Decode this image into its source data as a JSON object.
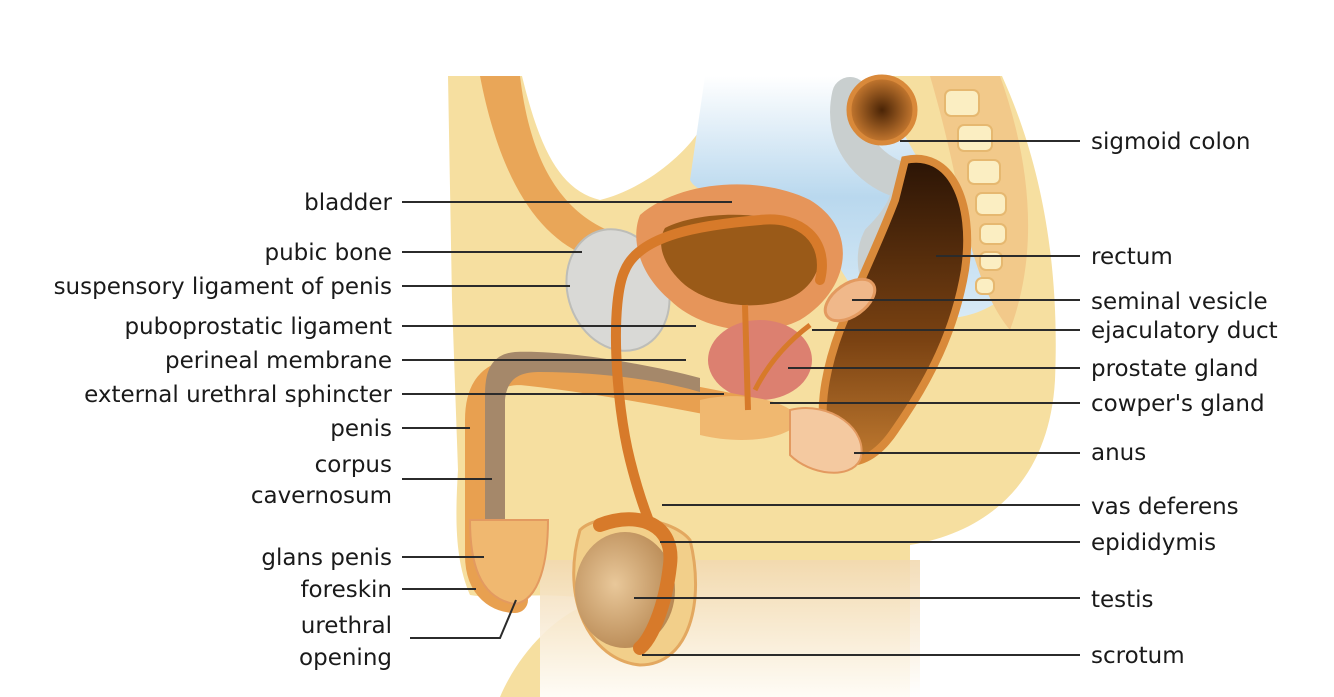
{
  "diagram": {
    "labels_left": {
      "bladder": "bladder",
      "pubic_bone": "pubic bone",
      "suspensory_ligament": "suspensory ligament of penis",
      "puboprostatic_ligament": "puboprostatic ligament",
      "perineal_membrane": "perineal membrane",
      "external_urethral_sphincter": "external urethral sphincter",
      "penis": "penis",
      "corpus_cavernosum_1": "corpus",
      "corpus_cavernosum_2": "cavernosum",
      "glans_penis": "glans penis",
      "foreskin": "foreskin",
      "urethral_opening_1": "urethral",
      "urethral_opening_2": "opening"
    },
    "labels_right": {
      "sigmoid_colon": "sigmoid colon",
      "rectum": "rectum",
      "seminal_vesicle": "seminal vesicle",
      "ejaculatory_duct": "ejaculatory duct",
      "prostate_gland": "prostate gland",
      "cowpers_gland": "cowper's gland",
      "anus": "anus",
      "vas_deferens": "vas deferens",
      "epididymis": "epididymis",
      "testis": "testis",
      "scrotum": "scrotum"
    }
  },
  "colors": {
    "skin": "#f6dfa0",
    "skin_light": "#fbeec2",
    "tissue_orange": "#e8a050",
    "duct_orange": "#d77a2a",
    "bladder_orange": "#e6955a",
    "bladder_dark": "#9a5a18",
    "prostate": "#dc8070",
    "bone_gray": "#d9d9d6",
    "abdomen_blue": "#b9d8ee",
    "rectum_dark": "#5a2e0c",
    "corpus_brown": "#a5886a",
    "testis_tan": "#c89a62"
  }
}
